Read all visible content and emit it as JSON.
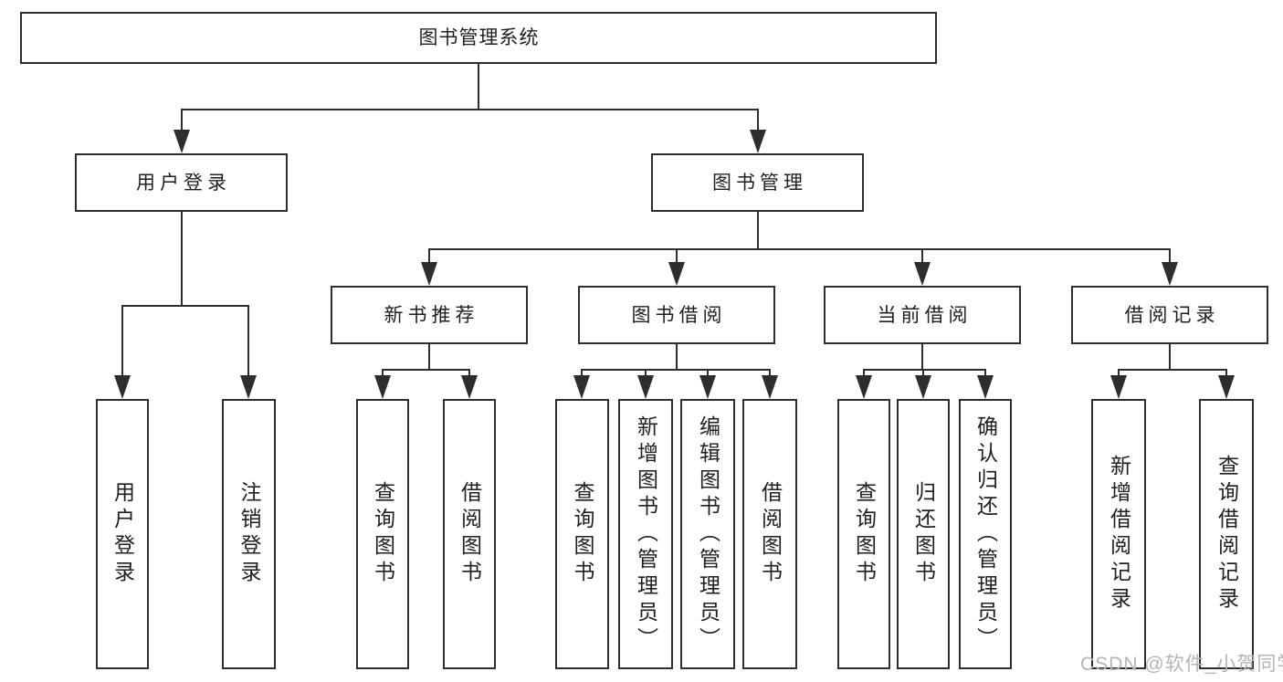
{
  "tree": {
    "root": {
      "label": "图书管理系统",
      "children": [
        {
          "label": "用户登录",
          "children": [
            {
              "label": "用户登录"
            },
            {
              "label": "注销登录"
            }
          ]
        },
        {
          "label": "图书管理",
          "children": [
            {
              "label": "新书推荐",
              "children": [
                {
                  "label": "查询图书"
                },
                {
                  "label": "借阅图书"
                }
              ]
            },
            {
              "label": "图书借阅",
              "children": [
                {
                  "label": "查询图书"
                },
                {
                  "label": "新增图书（管理员）"
                },
                {
                  "label": "编辑图书（管理员）"
                },
                {
                  "label": "借阅图书"
                }
              ]
            },
            {
              "label": "当前借阅",
              "children": [
                {
                  "label": "查询图书"
                },
                {
                  "label": "归还图书"
                },
                {
                  "label": "确认归还（管理员）"
                }
              ]
            },
            {
              "label": "借阅记录",
              "children": [
                {
                  "label": "新增借阅记录"
                },
                {
                  "label": "查询借阅记录"
                }
              ]
            }
          ]
        }
      ]
    }
  },
  "watermark": "CSDN @软件_小贺同学",
  "colors": {
    "line": "#2e2e2e",
    "text": "#1f1f1f",
    "watermark": "#b5b5b5",
    "background": "#ffffff"
  }
}
